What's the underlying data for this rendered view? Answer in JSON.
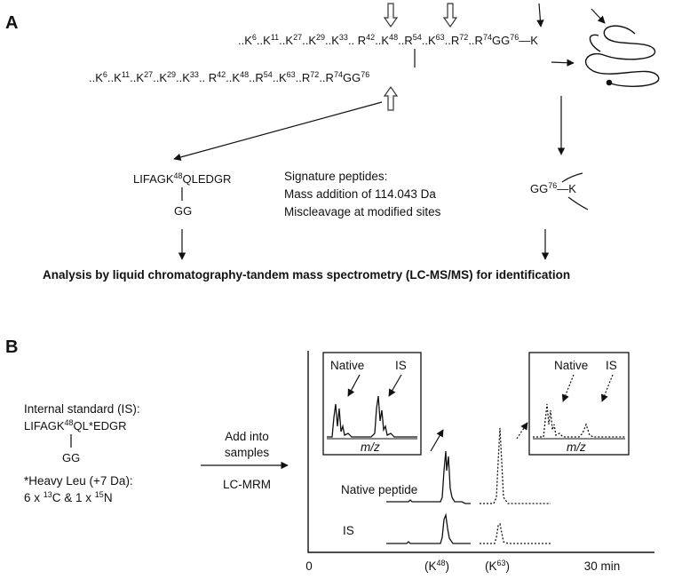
{
  "panels": {
    "a": "A",
    "b": "B"
  },
  "seq_top": [
    {
      "t": "..K"
    },
    {
      "s": "6"
    },
    {
      "t": "..K"
    },
    {
      "s": "11"
    },
    {
      "t": "..K"
    },
    {
      "s": "27"
    },
    {
      "t": "..K"
    },
    {
      "s": "29"
    },
    {
      "t": "..K"
    },
    {
      "s": "33"
    },
    {
      "t": ".. R"
    },
    {
      "s": "42"
    },
    {
      "t": "..K"
    },
    {
      "s": "48"
    },
    {
      "t": "..R"
    },
    {
      "s": "54"
    },
    {
      "t": "..K"
    },
    {
      "s": "63"
    },
    {
      "t": "..R"
    },
    {
      "s": "72"
    },
    {
      "t": "..R"
    },
    {
      "s": "74"
    },
    {
      "t": "GG"
    },
    {
      "s": "76"
    },
    {
      "t": "—K"
    }
  ],
  "seq_bottom": [
    {
      "t": "..K"
    },
    {
      "s": "6"
    },
    {
      "t": "..K"
    },
    {
      "s": "11"
    },
    {
      "t": "..K"
    },
    {
      "s": "27"
    },
    {
      "t": "..K"
    },
    {
      "s": "29"
    },
    {
      "t": "..K"
    },
    {
      "s": "33"
    },
    {
      "t": ".. R"
    },
    {
      "s": "42"
    },
    {
      "t": "..K"
    },
    {
      "s": "48"
    },
    {
      "t": "..R"
    },
    {
      "s": "54"
    },
    {
      "t": "..K"
    },
    {
      "s": "63"
    },
    {
      "t": "..R"
    },
    {
      "s": "72"
    },
    {
      "t": "..R"
    },
    {
      "s": "74"
    },
    {
      "t": "GG"
    },
    {
      "s": "76"
    }
  ],
  "peptide_a": [
    {
      "t": "LIFAGK"
    },
    {
      "s": "48"
    },
    {
      "t": "QLEDGR"
    }
  ],
  "branch_gg": "GG",
  "signature": {
    "title": "Signature peptides:",
    "line1": "Mass addition of 114.043 Da",
    "line2": "Miscleavage at modified sites"
  },
  "gg_k": [
    {
      "t": "GG"
    },
    {
      "s": "76"
    },
    {
      "t": "—K"
    }
  ],
  "analysis": "Analysis by liquid chromatography-tandem mass spectrometry (LC-MS/MS) for identification",
  "internal_standard": {
    "title": "Internal standard (IS):",
    "peptide": [
      {
        "t": "LIFAGK"
      },
      {
        "s": "48"
      },
      {
        "t": "QL*EDGR"
      }
    ],
    "gg": "GG",
    "heavy_title": "*Heavy Leu (+7 Da):",
    "heavy_line": [
      {
        "t": "6 x "
      },
      {
        "s": "13"
      },
      {
        "t": "C & 1 x "
      },
      {
        "s": "15"
      },
      {
        "t": "N"
      }
    ]
  },
  "process": {
    "line1": "Add into",
    "line2": "samples",
    "method": "LC-MRM"
  },
  "inset_left": {
    "native": "Native",
    "is": "IS",
    "xlabel": "m/z"
  },
  "inset_right": {
    "native": "Native",
    "is": "IS",
    "xlabel": "m/z"
  },
  "trace_labels": {
    "native": "Native peptide",
    "is": "IS"
  },
  "axis": {
    "zero": "0",
    "end": "30 min",
    "k48": "(K",
    "k48_sup": "48",
    "k48_close": ")",
    "k63": "(K",
    "k63_sup": "63",
    "k63_close": ")"
  }
}
